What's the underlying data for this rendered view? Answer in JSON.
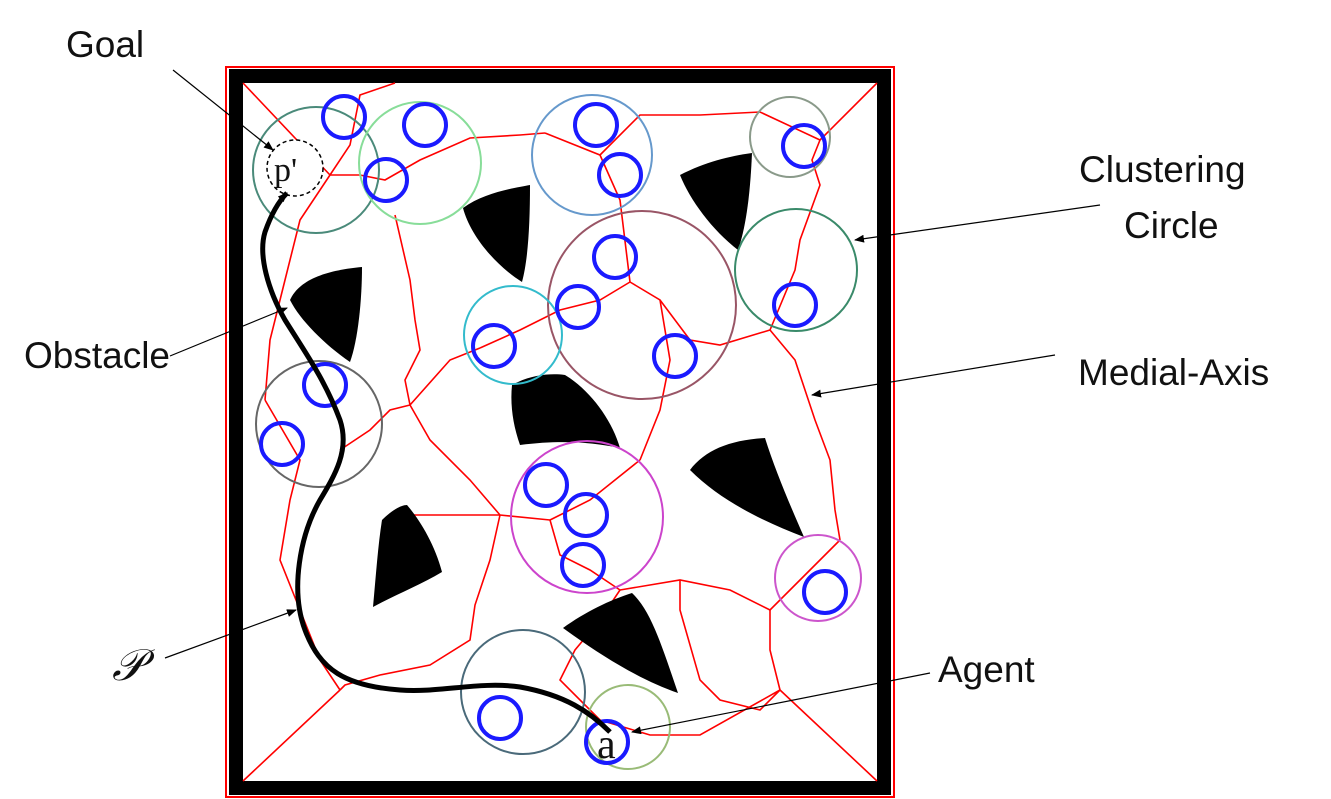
{
  "labels": {
    "goal": "Goal",
    "clustering_line1": "Clustering",
    "clustering_line2": "Circle",
    "obstacle": "Obstacle",
    "medial_axis": "Medial-Axis",
    "path": "𝒫",
    "agent": "Agent"
  },
  "markers": {
    "goal_point": "p'",
    "agent_point": "a"
  },
  "colors": {
    "frame": "#000000",
    "frame_outline": "#ff0000",
    "medial_axis": "#ff0000",
    "agent_circle": "#1a1aff",
    "obstacle": "#000000",
    "path": "#000000"
  }
}
